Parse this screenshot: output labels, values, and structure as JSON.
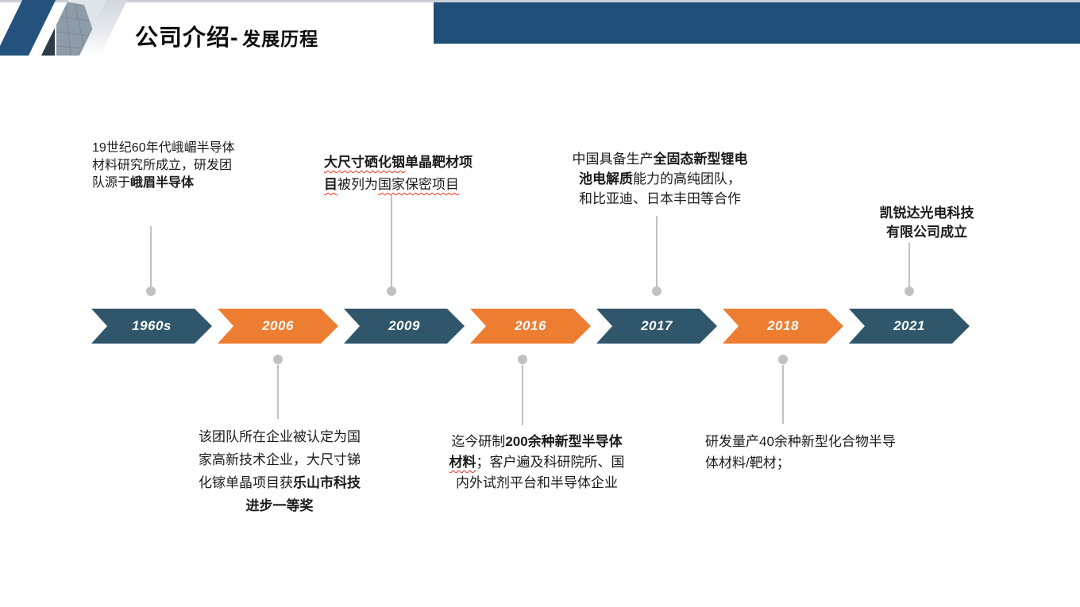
{
  "header": {
    "title_main": "公司介绍-",
    "title_sub": "发展历程"
  },
  "colors": {
    "accent-dark": "#2F566B",
    "accent-orange": "#ED7D31",
    "header-blue": "#1F4E79",
    "stripe-blue": "#24527D",
    "connector-gray": "#C1C1C1",
    "squiggle-red": "#EB3323"
  },
  "timeline": {
    "years": [
      {
        "label": "1960s",
        "color": "dark"
      },
      {
        "label": "2006",
        "color": "orange"
      },
      {
        "label": "2009",
        "color": "dark"
      },
      {
        "label": "2016",
        "color": "orange"
      },
      {
        "label": "2017",
        "color": "dark"
      },
      {
        "label": "2018",
        "color": "orange"
      },
      {
        "label": "2021",
        "color": "dark"
      }
    ]
  },
  "annotations": {
    "era1960s": {
      "position": "top",
      "lines": [
        {
          "segments": [
            {
              "text": "19世纪60年代峨嵋半导体"
            }
          ]
        },
        {
          "segments": [
            {
              "text": "材料研究所成立，研发团"
            }
          ]
        },
        {
          "segments": [
            {
              "text": "队源于"
            },
            {
              "text": "峨眉半导体",
              "bold": true
            }
          ]
        }
      ]
    },
    "era2009": {
      "position": "top",
      "lines": [
        {
          "segments": [
            {
              "text": "大尺寸硒化铟",
              "bold": true,
              "squiggle": true
            },
            {
              "text": "单晶靶材项",
              "bold": true
            }
          ]
        },
        {
          "segments": [
            {
              "text": "目",
              "bold": true,
              "squiggle": true
            },
            {
              "text": "被列为"
            },
            {
              "text": "国家保密项目",
              "squiggle": true
            }
          ]
        }
      ]
    },
    "era2017": {
      "position": "top",
      "lines": [
        {
          "segments": [
            {
              "text": "中国具备生产"
            },
            {
              "text": "全固态新型锂电",
              "bold": true
            }
          ]
        },
        {
          "segments": [
            {
              "text": "池电解质",
              "bold": true
            },
            {
              "text": "能力的高纯团队，"
            }
          ]
        },
        {
          "segments": [
            {
              "text": "和比亚迪、日本丰田等合作"
            }
          ]
        }
      ]
    },
    "era2021": {
      "position": "top",
      "lines": [
        {
          "segments": [
            {
              "text": "凯锐达光电科技",
              "bold": true
            }
          ]
        },
        {
          "segments": [
            {
              "text": "有限公司成立",
              "bold": true
            }
          ]
        }
      ]
    },
    "era2006": {
      "position": "bottom",
      "lines": [
        {
          "segments": [
            {
              "text": "该团队所在企业被认定为国"
            }
          ]
        },
        {
          "segments": [
            {
              "text": "家高新技术企业，大尺寸锑"
            }
          ]
        },
        {
          "segments": [
            {
              "text": "化镓单晶项目获"
            },
            {
              "text": "乐山市科技",
              "bold": true
            }
          ]
        },
        {
          "segments": [
            {
              "text": "进步一等奖",
              "bold": true
            }
          ]
        }
      ]
    },
    "era2016": {
      "position": "bottom",
      "lines": [
        {
          "segments": [
            {
              "text": "迄今研制"
            },
            {
              "text": "200余种新型半导体",
              "bold": true
            }
          ]
        },
        {
          "segments": [
            {
              "text": "材料",
              "bold": true,
              "squiggle": true
            },
            {
              "text": "；客户遍及科研院所、国"
            }
          ]
        },
        {
          "segments": [
            {
              "text": "内外试剂平台和半导体企业"
            }
          ]
        }
      ]
    },
    "era2018": {
      "position": "bottom",
      "lines": [
        {
          "segments": [
            {
              "text": "研发量产40余种新型化合物半导"
            }
          ]
        },
        {
          "segments": [
            {
              "text": "体材料/靶材；"
            }
          ]
        }
      ]
    }
  }
}
